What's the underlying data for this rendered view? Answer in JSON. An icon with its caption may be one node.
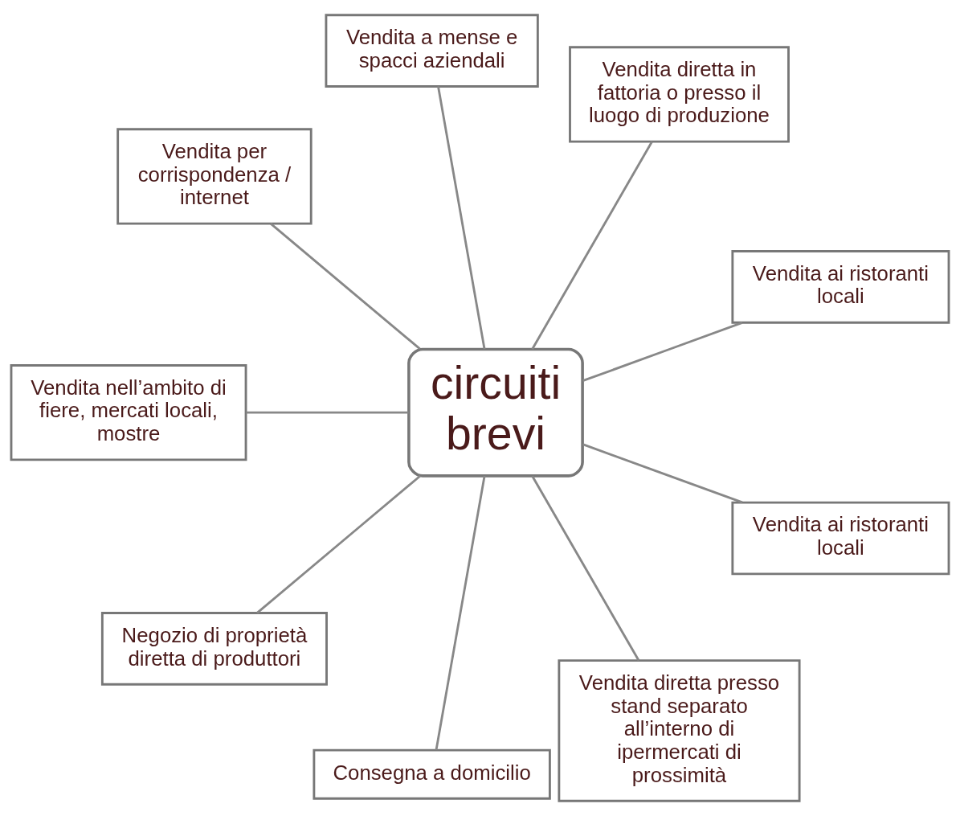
{
  "diagram": {
    "nodes": [
      {
        "text": [
          "Vendita ai ristoranti locali"
        ]
      },
      {
        "text": [
          "Vendita diretta in fattoria o presso il luogo di produzione"
        ]
      },
      {
        "text": [
          "Vendita a mense e spacci aziendali"
        ]
      },
      {
        "text": [
          "Vendita per corrispondenza / internet"
        ]
      },
      {
        "text": [
          "circuiti brevi"
        ]
      },
      {
        "text": [
          "Vendita nell’ambito di fiere, mercati locali, mostre"
        ]
      },
      {
        "text": [
          "Negozio di proprietà diretta di produttori"
        ]
      },
      {
        "text": [
          "Consegna a domicilio"
        ]
      },
      {
        "text": [
          "Vendita diretta presso stand separato all’interno di ipermercati di prossimità"
        ]
      },
      {
        "text": [
          "Vendita ai ristoranti locali"
        ]
      }
    ],
    "edges": [
      {
        "from": 0,
        "to": 4,
        "arrow": "none"
      },
      {
        "from": 1,
        "to": 4,
        "arrow": "none"
      },
      {
        "from": 2,
        "to": 4,
        "arrow": "none"
      },
      {
        "from": 3,
        "to": 4,
        "arrow": "none"
      },
      {
        "from": 5,
        "to": 4,
        "arrow": "none"
      },
      {
        "from": 6,
        "to": 4,
        "arrow": "none"
      },
      {
        "from": 7,
        "to": 4,
        "arrow": "none"
      },
      {
        "from": 8,
        "to": 4,
        "arrow": "none"
      },
      {
        "from": 9,
        "to": 4,
        "arrow": "none"
      }
    ]
  }
}
